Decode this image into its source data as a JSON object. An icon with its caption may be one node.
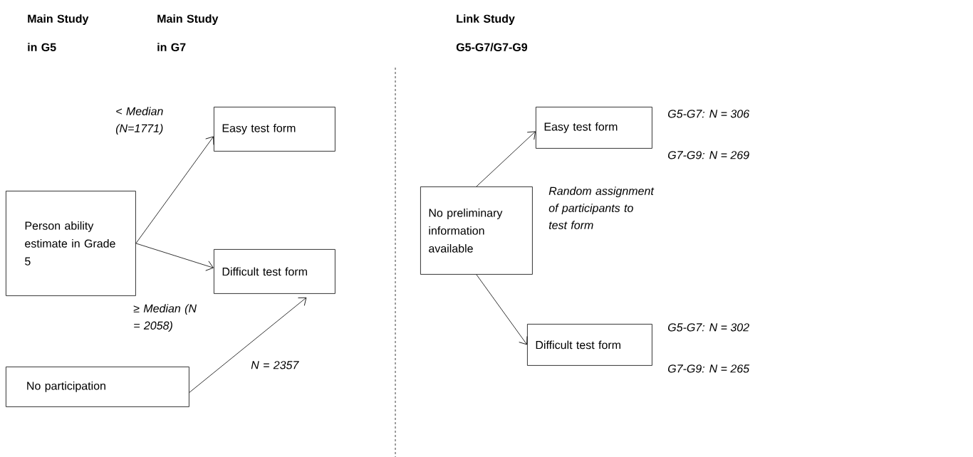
{
  "diagram": {
    "nodes": [
      {
        "text": [
          "Person ability estimate in Grade 5"
        ]
      },
      {
        "text": [
          "Easy test form"
        ]
      },
      {
        "text": [
          "Difficult test form"
        ]
      },
      {
        "text": [
          "No participation"
        ]
      },
      {
        "text": [
          "No preliminary information available"
        ]
      },
      {
        "text": [
          "Easy test form"
        ],
        "beside": [
          "G5-G7: N = 306",
          "G7-G9: N = 269"
        ]
      },
      {
        "text": [
          "Difficult test form"
        ],
        "beside": [
          "G5-G7: N = 302",
          "G7-G9: N = 265"
        ]
      }
    ],
    "edges": [
      {
        "from": 0,
        "to": 1,
        "arrow": "to",
        "label": "< Median (N=1771)"
      },
      {
        "from": 0,
        "to": 2,
        "arrow": "to",
        "label": "≥ Median (N = 2058)"
      },
      {
        "from": 3,
        "to": 2,
        "arrow": "to",
        "label": "N = 2357"
      },
      {
        "from": 4,
        "to": 5,
        "arrow": "to"
      },
      {
        "from": 4,
        "to": 6,
        "arrow": "to"
      }
    ],
    "labels": [
      "Main Study in G5",
      "Main Study in G7",
      "Link Study G5-G7/G7-G9",
      "Random assignment of participants to test form"
    ]
  }
}
